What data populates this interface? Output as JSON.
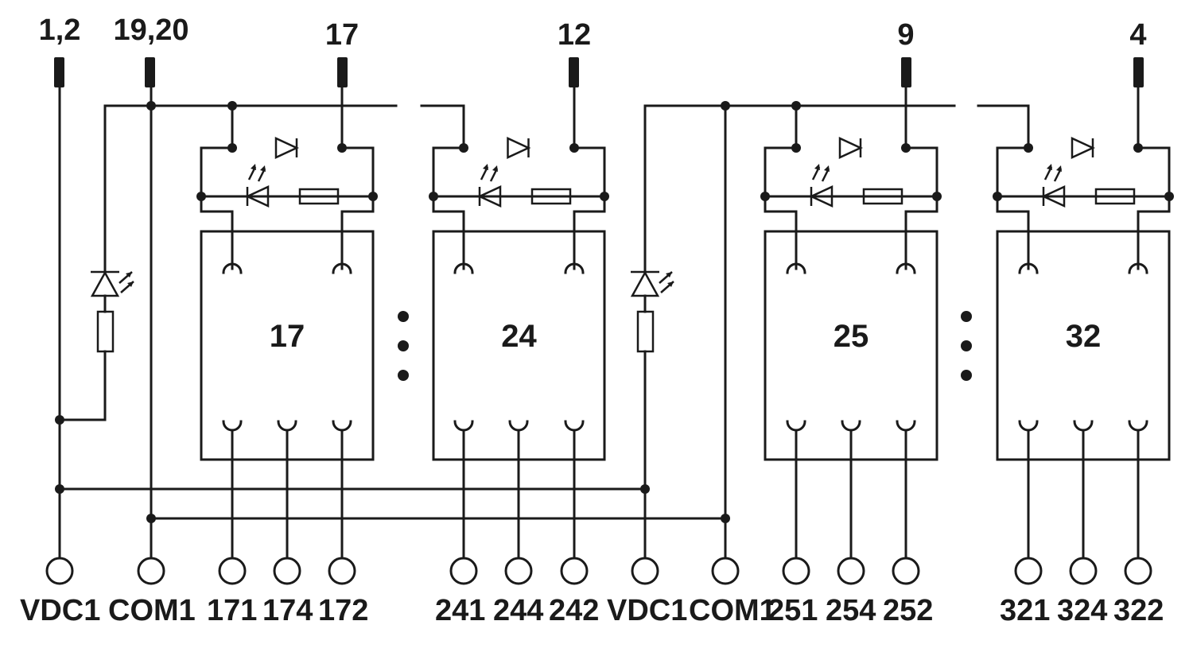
{
  "top_labels": [
    "1,2",
    "19,20",
    "17",
    "12",
    "9",
    "4"
  ],
  "relay_numbers": [
    "17",
    "24",
    "25",
    "32"
  ],
  "bottom_labels": [
    "VDC1",
    "COM1",
    "171",
    "174",
    "172",
    "241",
    "244",
    "242",
    "VDC1",
    "COM1",
    "251",
    "254",
    "252",
    "321",
    "324",
    "322"
  ],
  "colors": {
    "line": "#1a1a1a",
    "background": "#ffffff"
  }
}
